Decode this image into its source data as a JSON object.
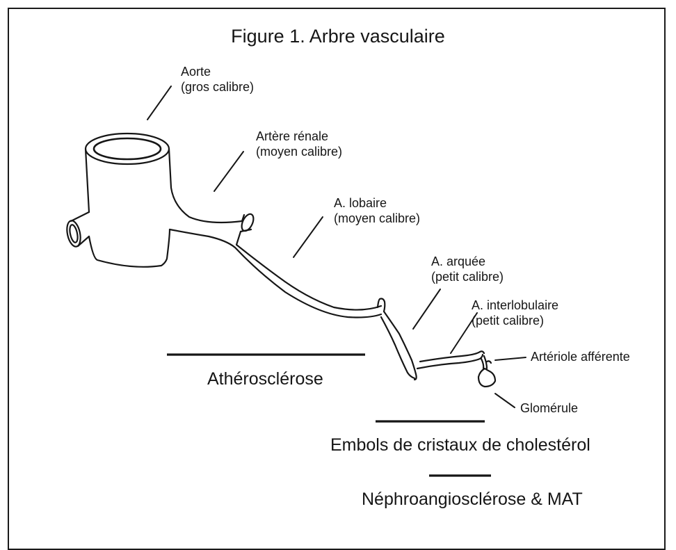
{
  "title": "Figure 1. Arbre vasculaire",
  "labels": {
    "aorte": {
      "line1": "Aorte",
      "line2": "(gros calibre)"
    },
    "artere_renale": {
      "line1": "Artère rénale",
      "line2": "(moyen calibre)"
    },
    "lobaire": {
      "line1": "A. lobaire",
      "line2": "(moyen calibre)"
    },
    "arquee": {
      "line1": "A. arquée",
      "line2": "(petit calibre)"
    },
    "interlobulaire": {
      "line1": "A. interlobulaire",
      "line2": "(petit calibre)"
    },
    "arteriole": "Artériole afférente",
    "glomerule": "Glomérule"
  },
  "zones": {
    "atherosclerose": "Athérosclérose",
    "embols": "Embols de cristaux de cholestérol",
    "nephro": "Néphroangiosclérose & MAT"
  },
  "colors": {
    "ink": "#161616",
    "background": "#ffffff"
  }
}
